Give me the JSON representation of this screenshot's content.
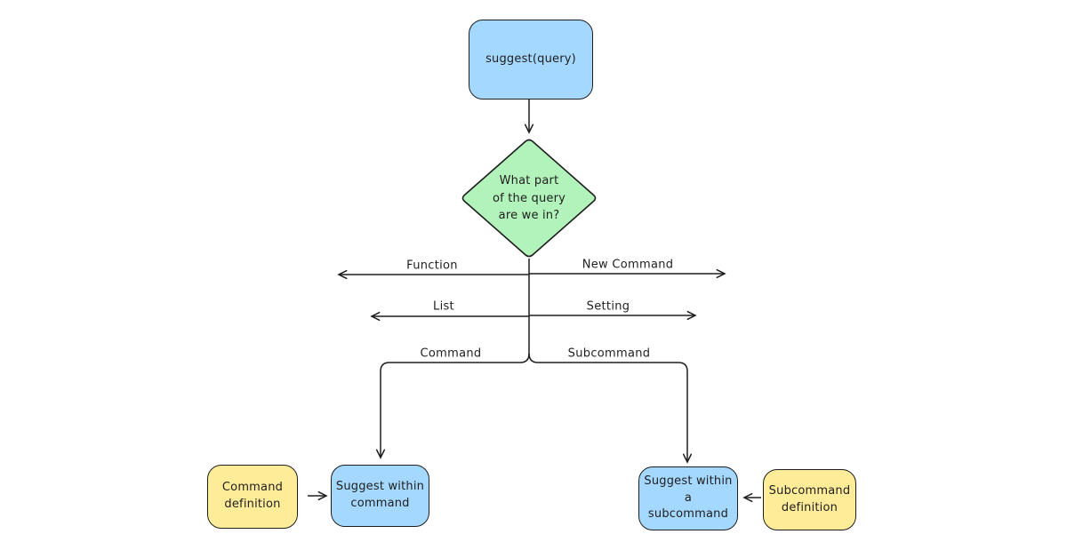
{
  "diagram": {
    "background_color": "#ffffff",
    "stroke_color": "#1e1e1e",
    "nodes": {
      "start": {
        "label": "suggest(query)",
        "fill": "#a5d8ff"
      },
      "decision": {
        "label": "What part\nof the query\nare we in?",
        "fill": "#b2f2bb"
      },
      "command_definition": {
        "label": "Command\ndefinition",
        "fill": "#ffec99"
      },
      "suggest_within_command": {
        "label": "Suggest within\ncommand",
        "fill": "#a5d8ff"
      },
      "suggest_within_subcommand": {
        "label": "Suggest within a\nsubcommand",
        "fill": "#a5d8ff"
      },
      "subcommand_definition": {
        "label": "Subcommand\ndefinition",
        "fill": "#ffec99"
      }
    },
    "edge_labels": {
      "function": "Function",
      "new_command": "New Command",
      "list": "List",
      "setting": "Setting",
      "command": "Command",
      "subcommand": "Subcommand"
    }
  }
}
